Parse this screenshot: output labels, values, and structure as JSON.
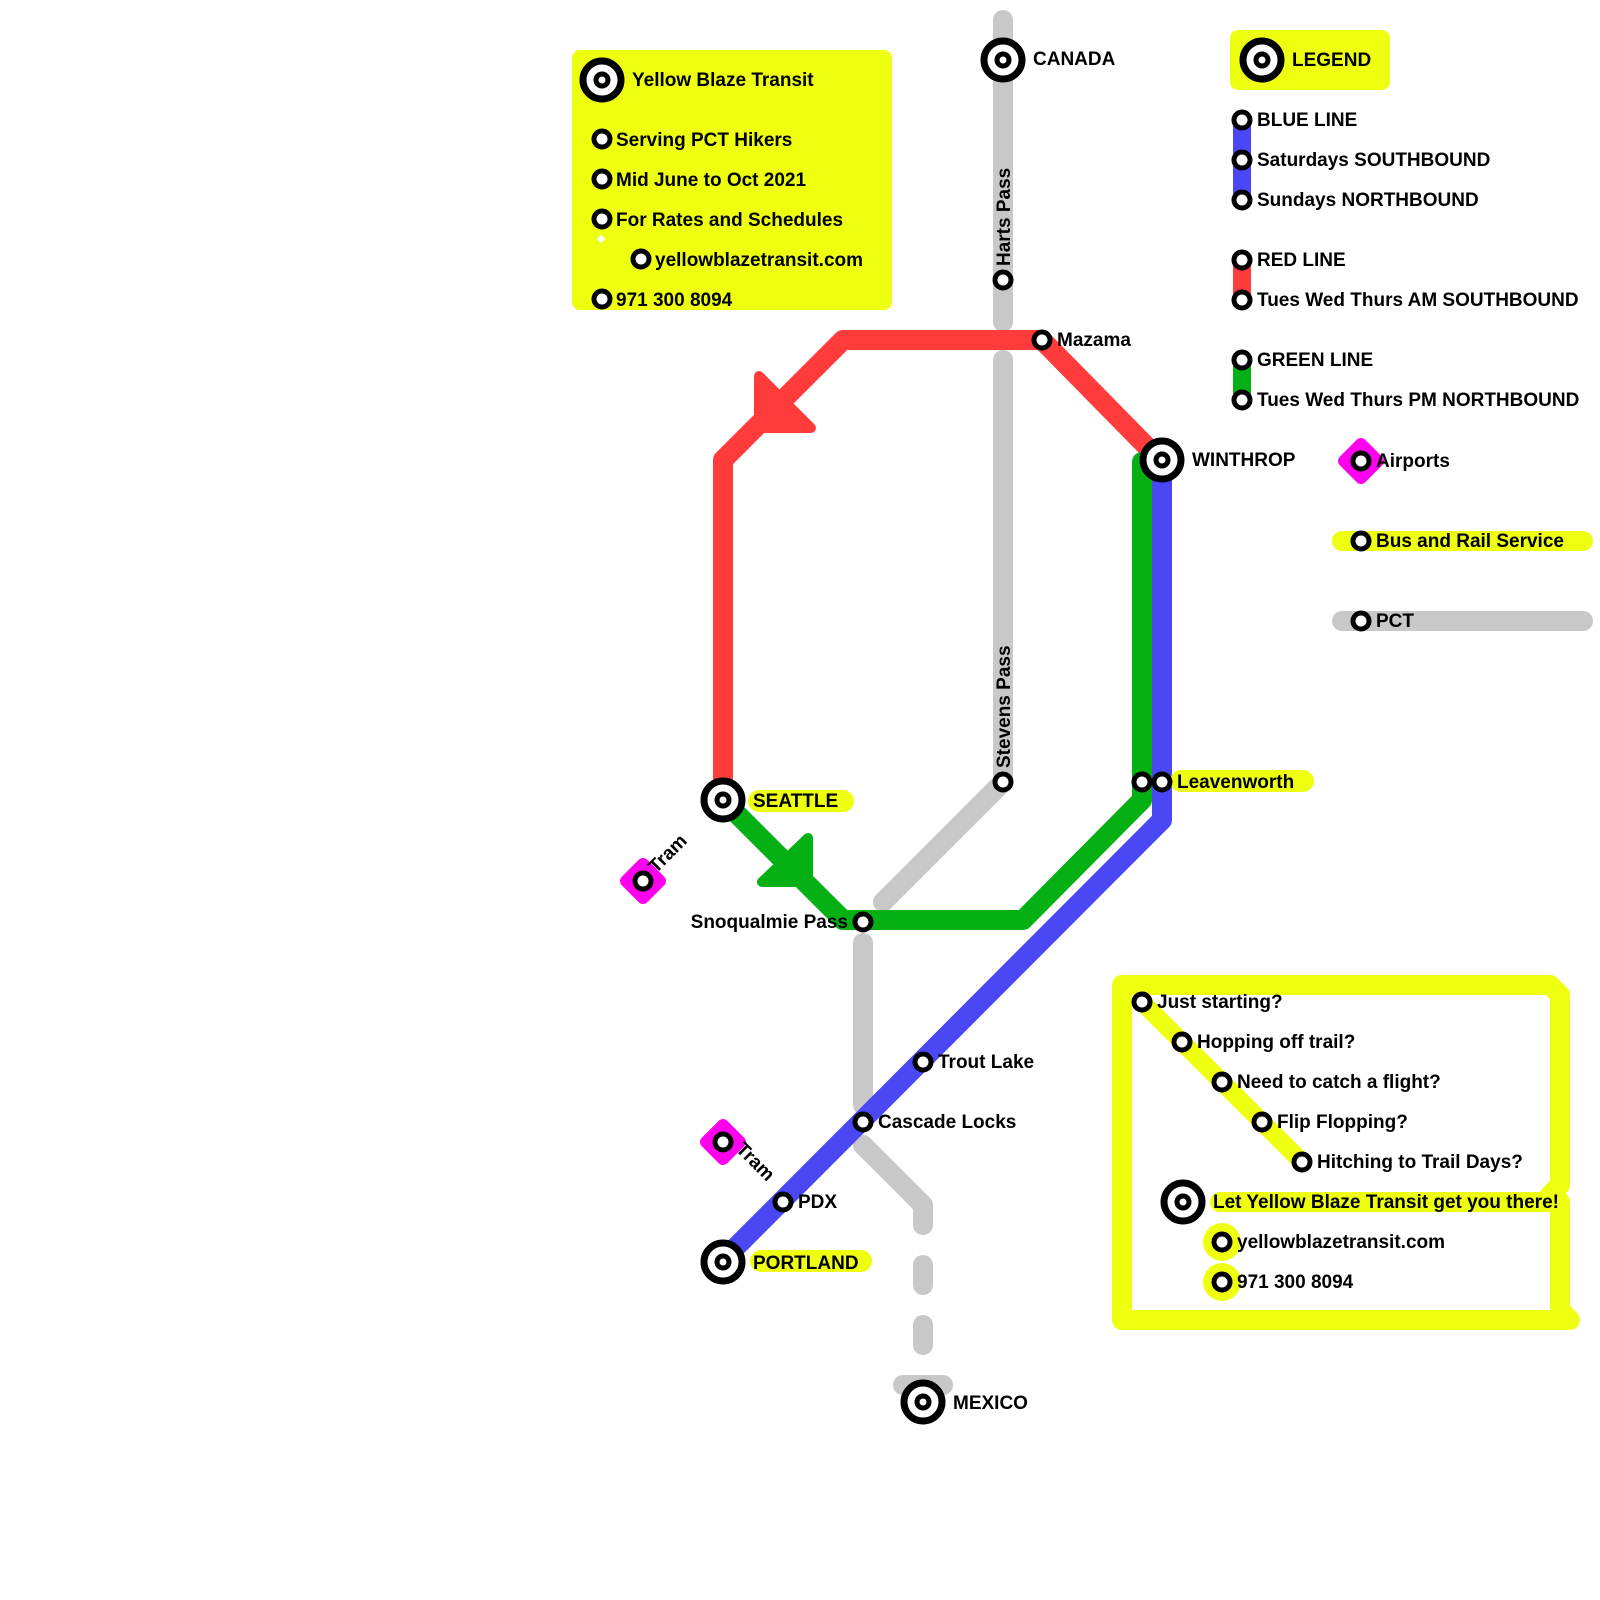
{
  "colors": {
    "background": "#ffffff",
    "yellow": "#eeff10",
    "red": "#ff3b3b",
    "green": "#04b014",
    "blue": "#4a48f5",
    "pct_gray": "#c8c8c8",
    "airport_magenta": "#ff00ee",
    "station_stroke": "#000000"
  },
  "info_box": {
    "title": "Yellow Blaze Transit",
    "lines": [
      "Serving PCT Hikers",
      "Mid June to Oct 2021",
      "For Rates and Schedules"
    ],
    "website": "yellowblazetransit.com",
    "phone": "971 300 8094"
  },
  "legend": {
    "title": "LEGEND",
    "blue_line": {
      "name": "BLUE LINE",
      "schedule_1": "Saturdays SOUTHBOUND",
      "schedule_2": "Sundays NORTHBOUND"
    },
    "red_line": {
      "name": "RED LINE",
      "schedule": "Tues Wed Thurs AM SOUTHBOUND"
    },
    "green_line": {
      "name": "GREEN LINE",
      "schedule": "Tues Wed Thurs PM NORTHBOUND"
    },
    "airports": "Airports",
    "bus_rail": "Bus and Rail Service",
    "pct": "PCT"
  },
  "stations": {
    "canada": "CANADA",
    "harts_pass": "Harts Pass",
    "mazama": "Mazama",
    "winthrop": "WINTHROP",
    "stevens_pass": "Stevens Pass",
    "leavenworth": "Leavenworth",
    "seattle": "SEATTLE",
    "seattle_tram": "Tram",
    "snoqualmie_pass": "Snoqualmie Pass",
    "trout_lake": "Trout Lake",
    "cascade_locks": "Cascade Locks",
    "portland_tram": "Tram",
    "pdx": "PDX",
    "portland": "PORTLAND",
    "mexico": "MEXICO"
  },
  "promo_box": {
    "questions": [
      "Just starting?",
      "Hopping off trail?",
      "Need to catch a flight?",
      "Flip Flopping?",
      "Hitching to Trail Days?"
    ],
    "tagline": "Let Yellow Blaze Transit get you there!",
    "website": "yellowblazetransit.com",
    "phone": "971 300 8094"
  }
}
